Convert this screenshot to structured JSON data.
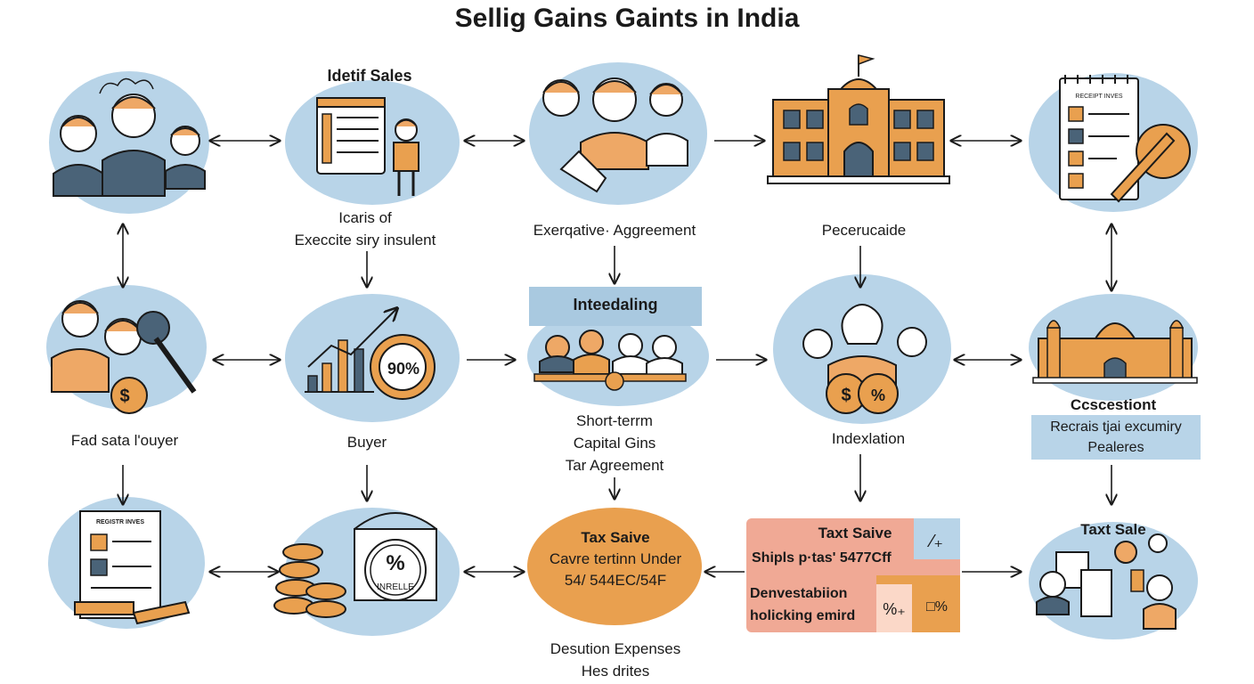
{
  "title": "Sellig Gains Gaints in India",
  "labels": {
    "identif_sales": "Idetif Sales",
    "icaris_line1": "Icaris of",
    "icaris_line2": "Execcite siry insulent",
    "exec_agreement": "Exerqative· Aggreement",
    "pecerucaide": "Pecerucaide",
    "inteedaling": "Inteedaling",
    "fad_sata_buyer": "Fad sata l'ouyer",
    "buyer": "Buyer",
    "short_term_line1": "Short-terrm",
    "short_term_line2": "Capital Gins",
    "short_term_line3": "Tar Agreement",
    "indexlation": "Indexlation",
    "ccscestiont": "Ccscestiont",
    "recrais_line1": "Recrais tjai excumiry",
    "recrais_line2": "Pealeres",
    "tax_saive_orange_line1": "Tax Saive",
    "tax_saive_orange_line2": "Cavre tertinn Under",
    "tax_saive_orange_line3": "54/ 544EC/54F",
    "taxt_saive": "Taxt Saive",
    "shipls": "Shipls p·tas' 5477Cff",
    "denvest_line1": "Denvestabiion",
    "denvest_line2": "holicking emird",
    "taxt_sale": "Taxt Sale",
    "desution_line1": "Desution Expenses",
    "desution_line2": "Hes drites",
    "badge_90": "90%",
    "badge_pct": "%",
    "badge_dollar": "$",
    "badge_slash": "⁄₊",
    "badge_pct2": "%₊",
    "badge_pct3": "□%",
    "doc_title1": "RECEIPT INVES",
    "doc_title2": "REGISTR INVES",
    "coin_text": "INRELLE"
  },
  "colors": {
    "blob": "#b8d4e8",
    "orange": "#e9a04f",
    "pink": "#f0a995",
    "navy": "#4a6378",
    "skin": "#eea866",
    "line": "#1a1a1a"
  }
}
